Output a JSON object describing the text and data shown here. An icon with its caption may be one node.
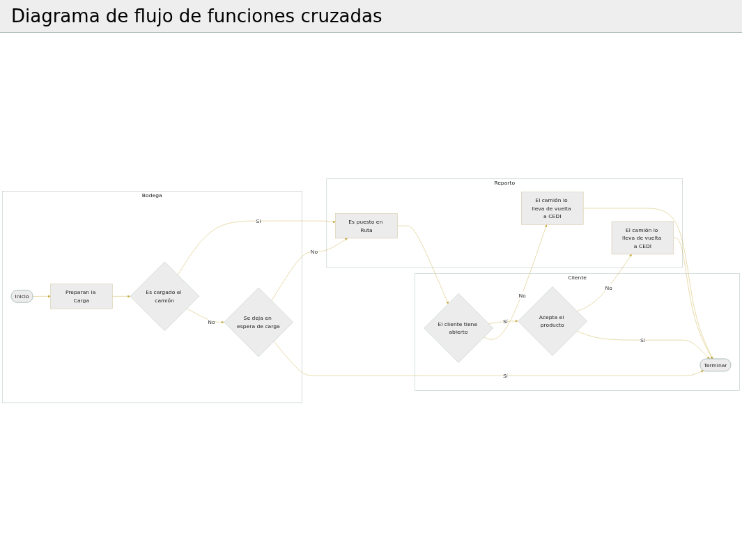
{
  "diagram": {
    "title": "Diagrama de flujo de funciones cruzadas",
    "nodes": [
      {
        "text": [
          "Bodega"
        ]
      },
      {
        "text": [
          "Reparto"
        ]
      },
      {
        "text": [
          "Cliente"
        ]
      },
      {
        "text": [
          "Inicio"
        ],
        "in": 0
      },
      {
        "text": [
          "Preparan la Carga"
        ],
        "in": 0
      },
      {
        "text": [
          "Es cargado el camión"
        ],
        "in": 0
      },
      {
        "text": [
          "Se deja en espera de carga"
        ],
        "in": 0
      },
      {
        "text": [
          "Es puesto en Ruta"
        ],
        "in": 1
      },
      {
        "text": [
          "El camión lo lleva de vuelta a CEDI"
        ],
        "in": 1
      },
      {
        "text": [
          "El camión lo lleva de vuelta a CEDI"
        ],
        "in": 1
      },
      {
        "text": [
          "El cliente tiene abierto"
        ],
        "in": 2
      },
      {
        "text": [
          "Acepta el producto"
        ],
        "in": 2
      },
      {
        "text": [
          "Terminar"
        ],
        "in": 2
      }
    ],
    "edges": [
      {
        "from": 3,
        "to": 4,
        "arrow": "to"
      },
      {
        "from": 4,
        "to": 5,
        "arrow": "to"
      },
      {
        "from": 5,
        "to": 7,
        "arrow": "to",
        "label": "Sí"
      },
      {
        "from": 5,
        "to": 6,
        "arrow": "to",
        "label": "No"
      },
      {
        "from": 6,
        "to": 7,
        "arrow": "to",
        "label": "No"
      },
      {
        "from": 6,
        "to": 12,
        "arrow": "to",
        "label": "Sí"
      },
      {
        "from": 7,
        "to": 10,
        "arrow": "to"
      },
      {
        "from": 10,
        "to": 11,
        "arrow": "to",
        "label": "Sí"
      },
      {
        "from": 11,
        "to": 9,
        "arrow": "to",
        "label": "No"
      },
      {
        "from": 11,
        "to": 12,
        "arrow": "to",
        "label": "Sí"
      },
      {
        "from": 10,
        "to": 8,
        "arrow": "to",
        "label": "No"
      },
      {
        "from": 8,
        "to": 12,
        "arrow": "to"
      },
      {
        "from": 9,
        "to": 12,
        "arrow": "to"
      }
    ]
  }
}
